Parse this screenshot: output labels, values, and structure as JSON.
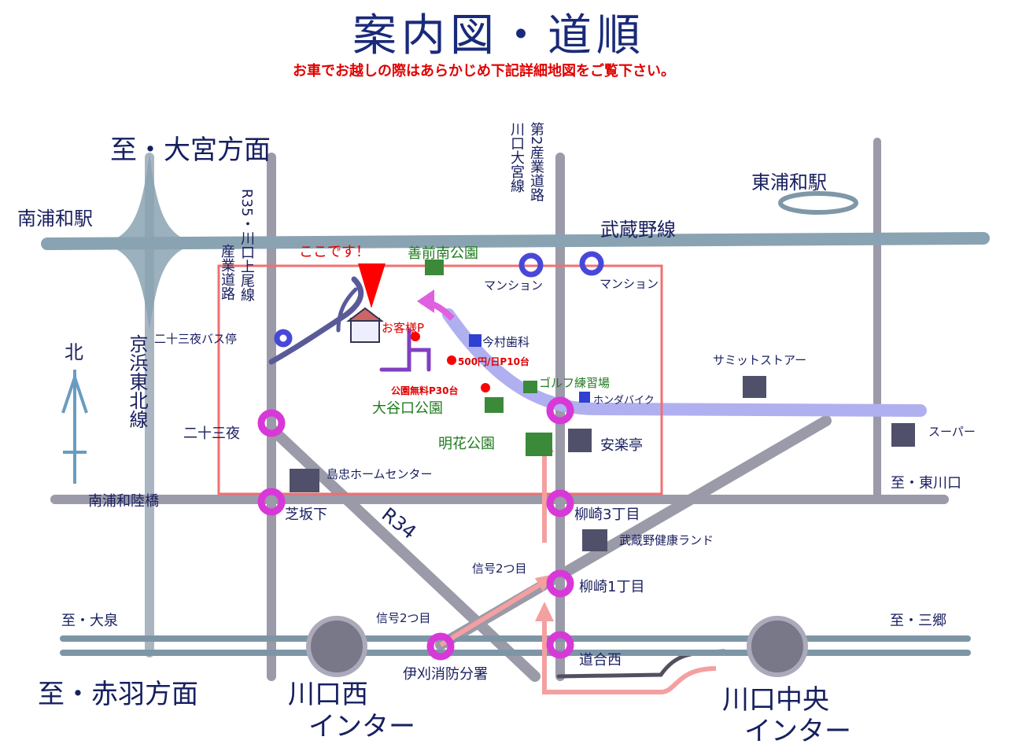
{
  "header": {
    "title": "案内図・道順",
    "subtitle": "お車でお越しの際はあらかじめ下記詳細地図をご覧下さい。"
  },
  "labels": {
    "to_omiya": "至・大宮方面",
    "to_akabane": "至・赤羽方面",
    "minami_urawa": "南浦和駅",
    "higashi_urawa": "東浦和駅",
    "musashino_line": "武蔵野線",
    "keihin_tohoku": "京浜東北線",
    "r35": "R35・川口上尾線",
    "sangyo": "産業道路",
    "daini_sangyo": "第2産業道路",
    "kawaguchi_omiya": "川口大宮線",
    "north": "北",
    "koko": "ここです！",
    "zenmae": "善前南公園",
    "mansion1": "マンション",
    "mansion2": "マンション",
    "bus_stop": "二十三夜バス停",
    "guest_parking": "お客様P",
    "imamura": "今村歯科",
    "parking500": "500円/日P10台",
    "park_free": "公園無料P30台",
    "golf": "ゴルフ練習場",
    "honda": "ホンダバイク",
    "oyaguchi": "大谷口公園",
    "meika": "明花公園",
    "anrakutei": "安楽亭",
    "summit": "サミットストアー",
    "super": "スーパー",
    "to_higashikawaguchi": "至・東川口",
    "nijusanya": "二十三夜",
    "shimachu": "島忠ホームセンター",
    "minami_urawa_rikkyo": "南浦和陸橋",
    "shibasakashita": "芝坂下",
    "r34": "R34",
    "yanagisaki3": "柳崎3丁目",
    "musashino_kenko": "武蔵野健康ランド",
    "signal2a": "信号2つ目",
    "yanagisaki1": "柳崎1丁目",
    "to_oizumi": "至・大泉",
    "to_misato": "至・三郷",
    "signal2b": "信号2つ目",
    "douainishi": "道合西",
    "ikari": "伊刈消防分署",
    "kawaguchi_nishi_1": "川口西",
    "kawaguchi_nishi_2": "インター",
    "kawaguchi_chuo_1": "川口中央",
    "kawaguchi_chuo_2": "インター"
  },
  "colors": {
    "road": "#8f8f9f",
    "rail": "#6a8a9a",
    "area": "#f07878",
    "route": "#f6aaaa",
    "signal": "#d838d8",
    "title": "#1a2a7a"
  }
}
